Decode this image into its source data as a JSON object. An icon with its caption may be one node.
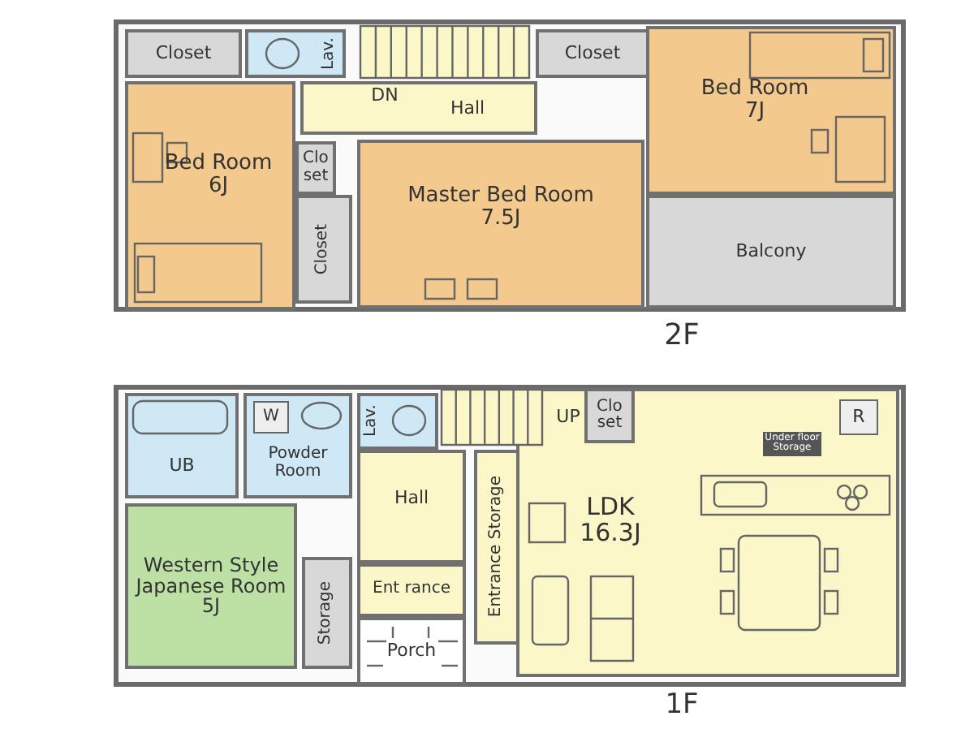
{
  "diagram": {
    "nodes": [
      {
        "text": [
          "Closet"
        ]
      },
      {
        "text": [
          "Lav."
        ]
      },
      {
        "text": [
          "Hall"
        ]
      },
      {
        "text": [
          "Closet"
        ]
      },
      {
        "text": [
          "Bed Room",
          "7J"
        ]
      },
      {
        "text": [
          "Bed Room",
          "6J"
        ]
      },
      {
        "text": [
          "Clo set"
        ]
      },
      {
        "text": [
          "Master Bed Room",
          "7.5J"
        ]
      },
      {
        "text": [
          "Closet"
        ]
      },
      {
        "text": [
          "Balcony"
        ]
      },
      {
        "text": [
          "UB"
        ]
      },
      {
        "text": [
          "Powder Room"
        ]
      },
      {
        "text": [
          "Lav."
        ]
      },
      {
        "text": [
          "Clo set"
        ],
        "in": 18
      },
      {
        "text": [
          "Hall"
        ]
      },
      {
        "text": [
          "Western Style Japanese Room",
          "5J"
        ]
      },
      {
        "text": [
          "Storage"
        ]
      },
      {
        "text": [
          "Entrance Storage"
        ]
      },
      {
        "text": [
          "LDK",
          "16.3J"
        ]
      },
      {
        "text": [
          "Ent rance"
        ]
      },
      {
        "text": [
          "Porch"
        ]
      }
    ],
    "labels": [
      "DN",
      "2F",
      "W",
      "UP",
      "R",
      "Under floor Storage",
      "1F"
    ]
  }
}
